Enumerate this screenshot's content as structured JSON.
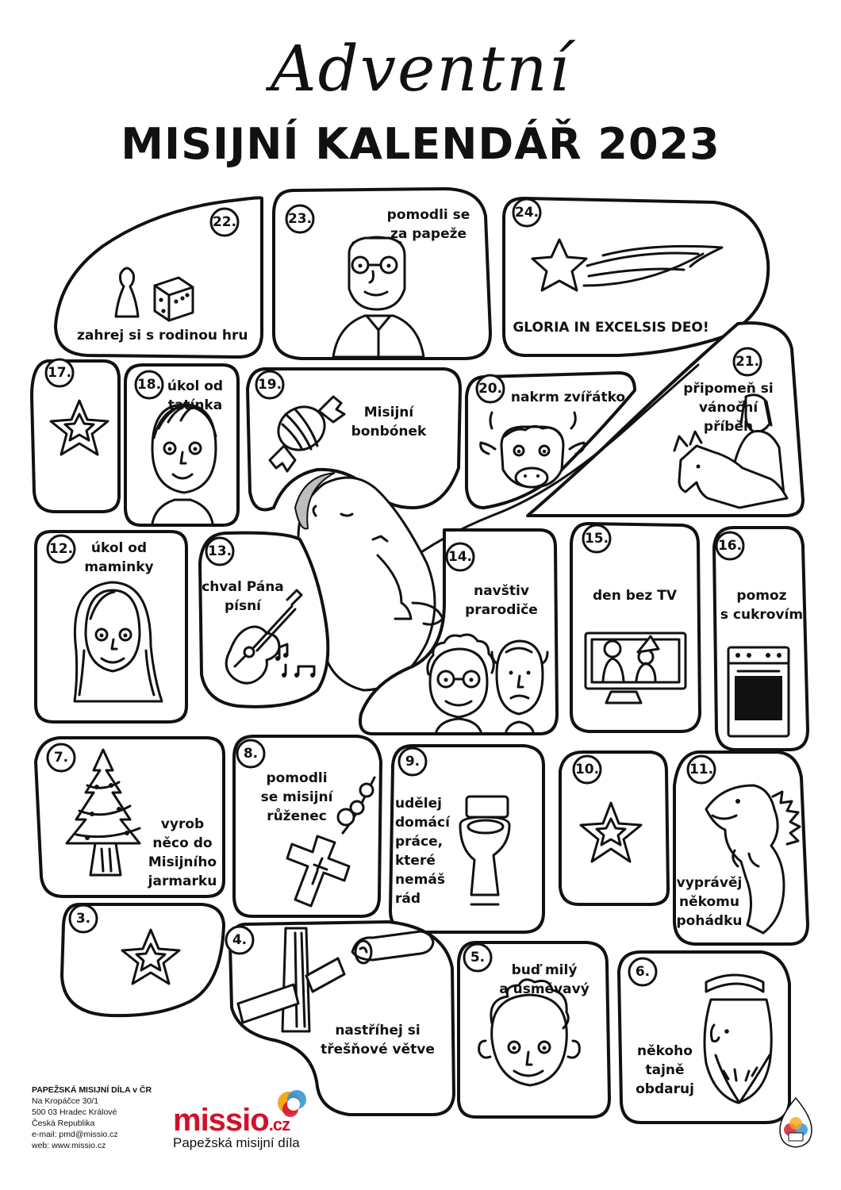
{
  "header": {
    "title_script": "Adventní",
    "title_main": "MISIJNÍ KALENDÁŘ 2023"
  },
  "days": [
    {
      "n": "22.",
      "lines": [
        "zahrej si s rodinou hru"
      ]
    },
    {
      "n": "23.",
      "lines": [
        "pomodli se",
        "za papeže"
      ]
    },
    {
      "n": "24.",
      "lines": [
        "GLORIA IN EXCELSIS DEO!"
      ]
    },
    {
      "n": "17.",
      "lines": []
    },
    {
      "n": "18.",
      "lines": [
        "úkol od",
        "tatínka"
      ]
    },
    {
      "n": "19.",
      "lines": [
        "Misijní",
        "bonbónek"
      ]
    },
    {
      "n": "20.",
      "lines": [
        "nakrm zvířátko"
      ]
    },
    {
      "n": "21.",
      "lines": [
        "připomeň si",
        "vánoční",
        "příběh"
      ]
    },
    {
      "n": "12.",
      "lines": [
        "úkol od",
        "maminky"
      ]
    },
    {
      "n": "13.",
      "lines": [
        "chval Pána",
        "písní"
      ]
    },
    {
      "n": "14.",
      "lines": [
        "navštiv",
        "prarodiče"
      ]
    },
    {
      "n": "15.",
      "lines": [
        "den bez TV"
      ]
    },
    {
      "n": "16.",
      "lines": [
        "pomoz",
        "s cukrovím"
      ]
    },
    {
      "n": "7.",
      "lines": [
        "vyrob",
        "něco do",
        "Misijního",
        "jarmarku"
      ]
    },
    {
      "n": "8.",
      "lines": [
        "pomodli",
        "se misijní",
        "růženec"
      ]
    },
    {
      "n": "9.",
      "lines": [
        "udělej",
        "domácí",
        "práce,",
        "které",
        "nemáš",
        "rád"
      ]
    },
    {
      "n": "10.",
      "lines": []
    },
    {
      "n": "11.",
      "lines": [
        "vyprávěj",
        "někomu",
        "pohádku"
      ]
    },
    {
      "n": "3.",
      "lines": []
    },
    {
      "n": "4.",
      "lines": [
        "nastříhej si",
        "třešňové větve"
      ]
    },
    {
      "n": "5.",
      "lines": [
        "buď milý",
        "a usměvavý"
      ]
    },
    {
      "n": "6.",
      "lines": [
        "někoho",
        "tajně",
        "obdaruj"
      ]
    }
  ],
  "footer": {
    "org": "PAPEŽSKÁ MISIJNÍ DÍLA v ČR",
    "street": "Na Kropáčce 30/1",
    "city": "500 03 Hradec Králové",
    "country": "Česká Republika",
    "email": "e-mail: pmd@missio.cz",
    "web": "web: www.missio.cz"
  },
  "logo": {
    "brand": "missio",
    "tld": ".cz",
    "subtitle": "Papežská misijní díla",
    "brand_color": "#d0112b"
  },
  "icons": [
    "pawn-icon",
    "dice-icon",
    "pope-icon",
    "comet-star-icon",
    "star-icon",
    "father-icon",
    "candy-icon",
    "cow-icon",
    "donkey-mary-icon",
    "mother-icon",
    "guitar-icon",
    "grandparents-icon",
    "tv-icon",
    "stove-icon",
    "christmas-tree-icon",
    "rosary-icon",
    "toilet-icon",
    "dragon-icon",
    "scissors-branch-icon",
    "boy-icon",
    "bishop-icon",
    "baby-icon"
  ]
}
